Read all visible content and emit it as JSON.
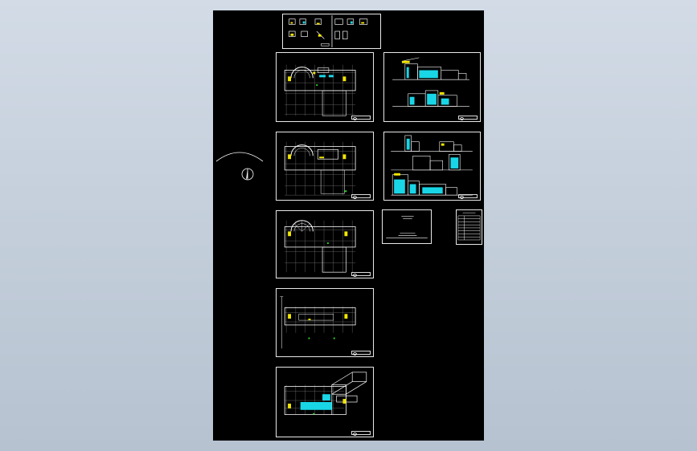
{
  "window": {
    "background_top": "#d2dbe6",
    "background_bottom": "#b6c2d0"
  },
  "drawing": {
    "background_color": "#000000",
    "line_color": "#ffffff",
    "accent_colors": {
      "cyan": "#19d6e6",
      "yellow": "#f2e600",
      "green": "#2fd12f"
    },
    "icons": {
      "compass": "compass-icon"
    },
    "sheets": [
      {
        "id": "symbol-legend",
        "kind": "legend"
      },
      {
        "id": "plan-level-1",
        "kind": "floor-plan"
      },
      {
        "id": "elevations-1",
        "kind": "elevation"
      },
      {
        "id": "plan-level-2",
        "kind": "floor-plan"
      },
      {
        "id": "elevations-2",
        "kind": "elevation"
      },
      {
        "id": "plan-level-3",
        "kind": "floor-plan"
      },
      {
        "id": "notes-sheet",
        "kind": "notes"
      },
      {
        "id": "schedule-table",
        "kind": "table"
      },
      {
        "id": "plan-level-4",
        "kind": "floor-plan"
      },
      {
        "id": "plan-roof",
        "kind": "floor-plan"
      }
    ]
  }
}
